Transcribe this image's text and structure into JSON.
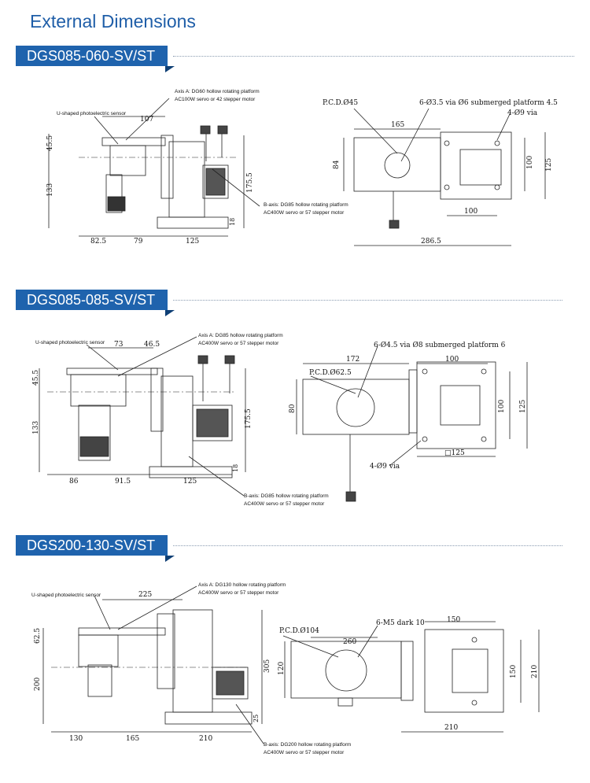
{
  "title": "External Dimensions",
  "sections": [
    {
      "model": "DGS085-060-SV/ST",
      "side": {
        "sensor": "U-shaped photoelectric sensor",
        "axis_a": [
          "Axis A: DG60 hollow rotating platform",
          "AC100W servo or 42 stepper motor"
        ],
        "axis_b": [
          "B-axis: DG85 hollow rotating platform",
          "AC400W servo or 57 stepper motor"
        ],
        "dims": {
          "top": "107",
          "h1": "45.5",
          "h2": "133",
          "h3": "175.5",
          "h4": "18",
          "b1": "82.5",
          "b2": "79",
          "b3": "125"
        }
      },
      "top": {
        "pcd": "P.C.D.Ø45",
        "holes": "6-Ø3.5 via Ø6 submerged platform 4.5",
        "via": "4-Ø9 via",
        "dims": {
          "w": "165",
          "h": "84",
          "r1": "100",
          "r2": "125",
          "b": "100",
          "total": "286.5"
        }
      }
    },
    {
      "model": "DGS085-085-SV/ST",
      "side": {
        "sensor": "U-shaped photoelectric sensor",
        "axis_a": [
          "Axis A: DG85 hollow rotating platform",
          "AC400W servo or 57 stepper motor"
        ],
        "axis_b": [
          "B-axis: DG85 hollow rotating platform",
          "AC400W servo or 57 stepper motor"
        ],
        "dims": {
          "top1": "73",
          "top2": "46.5",
          "h1": "45.5",
          "h2": "133",
          "h3": "175.5",
          "h4": "18",
          "b1": "86",
          "b2": "91.5",
          "b3": "125"
        }
      },
      "top": {
        "pcd": "P.C.D.Ø62.5",
        "holes": "6-Ø4.5 via Ø8 submerged platform 6",
        "via": "4-Ø9 via",
        "dims": {
          "w": "172",
          "h": "80",
          "t": "100",
          "r1": "100",
          "r2": "125",
          "b": "□125"
        }
      }
    },
    {
      "model": "DGS200-130-SV/ST",
      "side": {
        "sensor": "U-shaped photoelectric sensor",
        "axis_a": [
          "Axis A: DG130 hollow rotating platform",
          "AC400W servo or 57 stepper motor"
        ],
        "axis_b": [
          "B-axis: DG200 hollow rotating platform",
          "AC400W servo or 57 stepper motor"
        ],
        "dims": {
          "top": "225",
          "h1": "62.5",
          "h2": "200",
          "h3": "305",
          "h4": "25",
          "b1": "130",
          "b2": "165",
          "b3": "210"
        }
      },
      "top": {
        "pcd": "P.C.D.Ø104",
        "holes": "6-M5 dark 10",
        "dims": {
          "w": "260",
          "h": "120",
          "t": "150",
          "r1": "150",
          "r2": "210",
          "b": "210"
        }
      }
    }
  ]
}
